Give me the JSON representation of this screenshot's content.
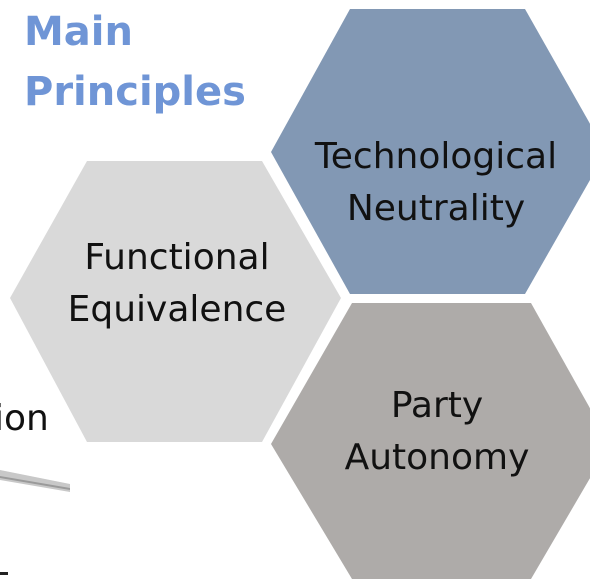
{
  "title": {
    "line1": "Main",
    "line2": "Principles"
  },
  "hexagons": [
    {
      "id": "technological-neutrality",
      "line1": "Technological",
      "line2": "Neutrality",
      "color": "#8298b4"
    },
    {
      "id": "functional-equivalence",
      "line1": "Functional",
      "line2": "Equivalence",
      "color": "#d9d9d9"
    },
    {
      "id": "party-autonomy",
      "line1": "Party",
      "line2": "Autonomy",
      "color": "#aeaba9"
    }
  ],
  "cut_off_text": {
    "line1": "t",
    "line2": "ion"
  },
  "colors": {
    "title": "#6f95d6",
    "text": "#111111"
  }
}
